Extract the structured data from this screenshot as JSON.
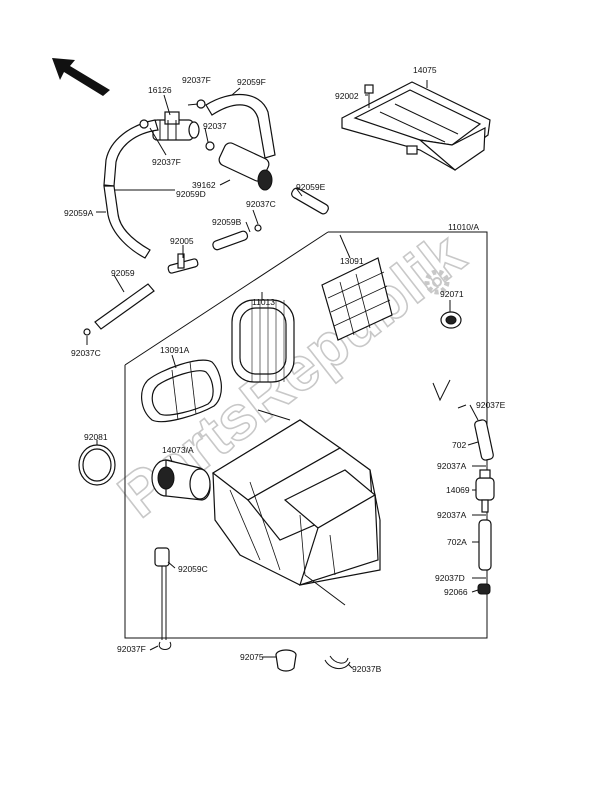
{
  "watermark": "PartsRepublik",
  "colors": {
    "line": "#111111",
    "watermark": "#c8c8c8",
    "background": "#ffffff"
  },
  "labels": {
    "p16126": "16126",
    "p92037F_a": "92037F",
    "p92059F": "92059F",
    "p92037_b": "92037",
    "p92037F_c": "92037F",
    "p92059D": "92059D",
    "p39162": "39162",
    "p92059E": "92059E",
    "p92059A": "92059A",
    "p92059B": "92059B",
    "p92037C_a": "92037C",
    "p92005": "92005",
    "p14075": "14075",
    "p92002": "92002",
    "p11010A": "11010/A",
    "p13091": "13091",
    "p92059": "92059",
    "p92071": "92071",
    "p11013": "11013",
    "p92037C_b": "92037C",
    "p13091A": "13091A",
    "p92037E": "92037E",
    "p92081": "92081",
    "p14073A": "14073/A",
    "p702": "702",
    "p92037A_a": "92037A",
    "p14069": "14069",
    "p92037A_b": "92037A",
    "p702A": "702A",
    "p92037D": "92037D",
    "p92066": "92066",
    "p92059C": "92059C",
    "p92037F_d": "92037F",
    "p92075": "92075",
    "p92037B": "92037B"
  }
}
